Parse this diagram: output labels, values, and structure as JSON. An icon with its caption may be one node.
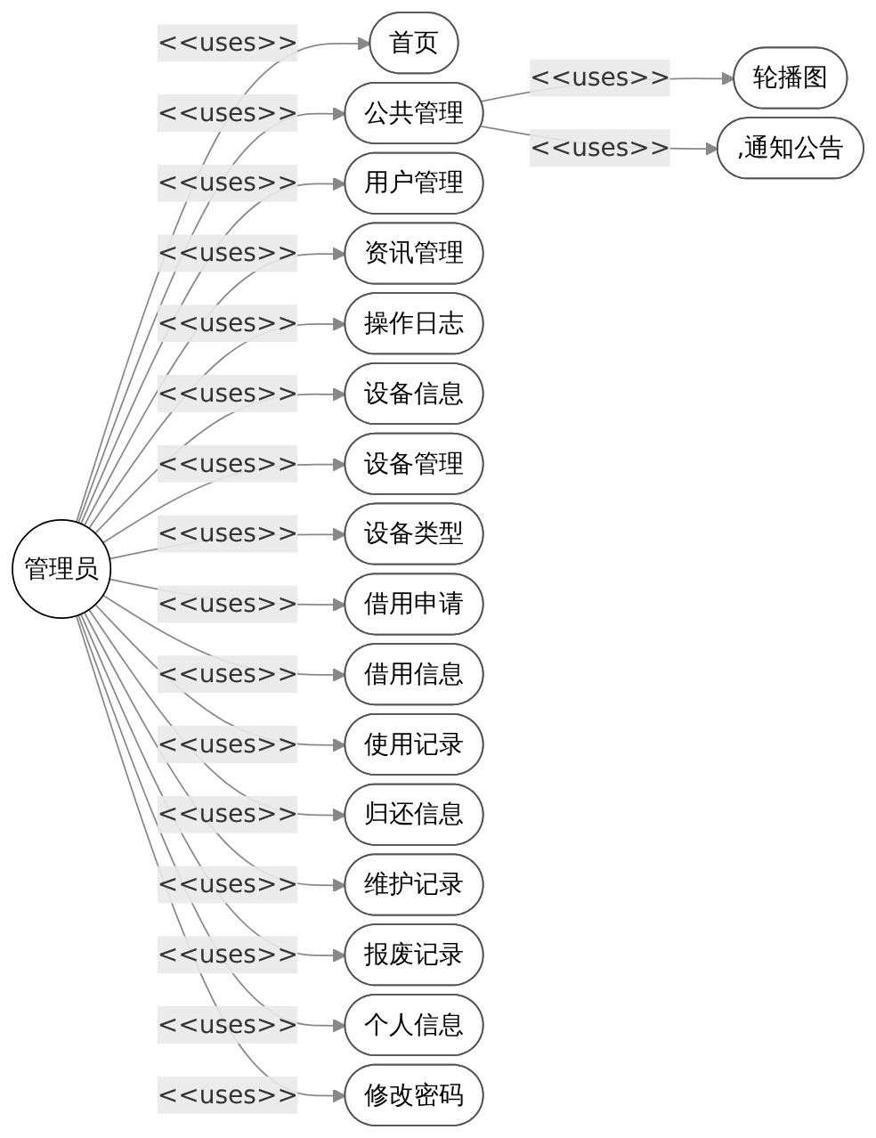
{
  "diagram": {
    "nodes": [
      {
        "text": [
          "管理员"
        ]
      },
      {
        "text": [
          "首页"
        ]
      },
      {
        "text": [
          "公共管理"
        ]
      },
      {
        "text": [
          "用户管理"
        ]
      },
      {
        "text": [
          "资讯管理"
        ]
      },
      {
        "text": [
          "操作日志"
        ]
      },
      {
        "text": [
          "设备信息"
        ]
      },
      {
        "text": [
          "设备管理"
        ]
      },
      {
        "text": [
          "设备类型"
        ]
      },
      {
        "text": [
          "借用申请"
        ]
      },
      {
        "text": [
          "借用信息"
        ]
      },
      {
        "text": [
          "使用记录"
        ]
      },
      {
        "text": [
          "归还信息"
        ]
      },
      {
        "text": [
          "维护记录"
        ]
      },
      {
        "text": [
          "报废记录"
        ]
      },
      {
        "text": [
          "个人信息"
        ]
      },
      {
        "text": [
          "修改密码"
        ]
      },
      {
        "text": [
          "轮播图"
        ]
      },
      {
        "text": [
          ",通知公告"
        ]
      }
    ],
    "edges": [
      {
        "from": 0,
        "to": 1,
        "arrow": "to",
        "label": "<<uses>>"
      },
      {
        "from": 0,
        "to": 2,
        "arrow": "to",
        "label": "<<uses>>"
      },
      {
        "from": 0,
        "to": 3,
        "arrow": "to",
        "label": "<<uses>>"
      },
      {
        "from": 0,
        "to": 4,
        "arrow": "to",
        "label": "<<uses>>"
      },
      {
        "from": 0,
        "to": 5,
        "arrow": "to",
        "label": "<<uses>>"
      },
      {
        "from": 0,
        "to": 6,
        "arrow": "to",
        "label": "<<uses>>"
      },
      {
        "from": 0,
        "to": 7,
        "arrow": "to",
        "label": "<<uses>>"
      },
      {
        "from": 0,
        "to": 8,
        "arrow": "to",
        "label": "<<uses>>"
      },
      {
        "from": 0,
        "to": 9,
        "arrow": "to",
        "label": "<<uses>>"
      },
      {
        "from": 0,
        "to": 10,
        "arrow": "to",
        "label": "<<uses>>"
      },
      {
        "from": 0,
        "to": 11,
        "arrow": "to",
        "label": "<<uses>>"
      },
      {
        "from": 0,
        "to": 12,
        "arrow": "to",
        "label": "<<uses>>"
      },
      {
        "from": 0,
        "to": 13,
        "arrow": "to",
        "label": "<<uses>>"
      },
      {
        "from": 0,
        "to": 14,
        "arrow": "to",
        "label": "<<uses>>"
      },
      {
        "from": 0,
        "to": 15,
        "arrow": "to",
        "label": "<<uses>>"
      },
      {
        "from": 0,
        "to": 16,
        "arrow": "to",
        "label": "<<uses>>"
      },
      {
        "from": 2,
        "to": 17,
        "arrow": "to",
        "label": "<<uses>>"
      },
      {
        "from": 2,
        "to": 18,
        "arrow": "to",
        "label": "<<uses>>"
      }
    ]
  }
}
